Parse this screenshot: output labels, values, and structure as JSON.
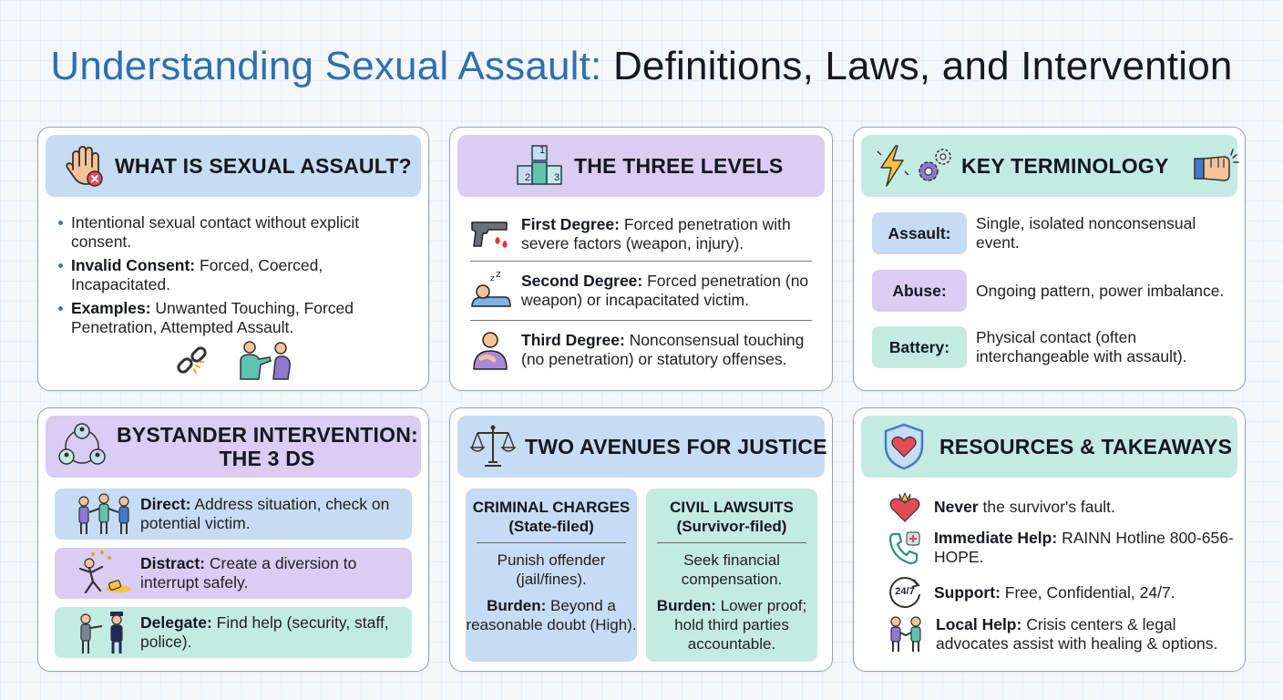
{
  "title": {
    "part1": "Understanding Sexual Assault:",
    "part2": "Definitions, Laws, and Intervention"
  },
  "what": {
    "title": "WHAT IS SEXUAL ASSAULT?",
    "b1": "Intentional sexual contact without explicit consent.",
    "b2_label": "Invalid Consent:",
    "b2_text": "Forced, Coerced, Incapacitated.",
    "b3_label": "Examples:",
    "b3_text": "Unwanted Touching, Forced Penetration, Attempted Assault."
  },
  "levels": {
    "title": "THE THREE LEVELS",
    "first_label": "First Degree:",
    "first_text": "Forced penetration with severe factors (weapon, injury).",
    "second_label": "Second Degree:",
    "second_text": "Forced penetration (no weapon) or incapacitated victim.",
    "third_label": "Third Degree:",
    "third_text": "Nonconsensual touching (no penetration) or statutory offenses.",
    "podium": [
      "1",
      "2",
      "3"
    ]
  },
  "terms": {
    "title": "KEY TERMINOLOGY",
    "assault_label": "Assault:",
    "assault_def": "Single, isolated nonconsensual event.",
    "abuse_label": "Abuse:",
    "abuse_def": "Ongoing pattern, power imbalance.",
    "battery_label": "Battery:",
    "battery_def": "Physical contact (often interchangeable with assault)."
  },
  "bystander": {
    "title_line1": "BYSTANDER INTERVENTION:",
    "title_line2": "THE 3 DS",
    "direct_label": "Direct:",
    "direct_text": "Address situation, check on potential victim.",
    "distract_label": "Distract:",
    "distract_text": "Create a diversion to interrupt safely.",
    "delegate_label": "Delegate:",
    "delegate_text": "Find help (security, staff, police)."
  },
  "justice": {
    "title": "TWO AVENUES FOR JUSTICE",
    "criminal_title": "CRIMINAL CHARGES",
    "criminal_sub": "(State-filed)",
    "criminal_p1": "Punish offender (jail/fines).",
    "criminal_burden_label": "Burden:",
    "criminal_burden_text": "Beyond a reasonable doubt (High).",
    "civil_title": "CIVIL LAWSUITS",
    "civil_sub": "(Survivor-filed)",
    "civil_p1": "Seek financial compensation.",
    "civil_burden_label": "Burden:",
    "civil_burden_text": "Lower proof; hold third parties accountable."
  },
  "resources": {
    "title": "RESOURCES & TAKEAWAYS",
    "r1_label": "Never",
    "r1_text": "the survivor's fault.",
    "r2_label": "Immediate Help:",
    "r2_text": "RAINN Hotline 800-656-HOPE.",
    "r3_label": "Support:",
    "r3_text": "Free, Confidential, 24/7.",
    "r3_icon_text": "24/7",
    "r4_label": "Local Help:",
    "r4_text": "Crisis centers & legal advocates assist with healing & options."
  },
  "colors": {
    "title_blue": "#2e6fb0",
    "header_blue": "#c6dcf3",
    "header_purple": "#d9cdf1",
    "header_teal": "#c4ebe2"
  },
  "icons": [
    "hand-stop-icon",
    "podium-icon",
    "lightning-icon",
    "gears-icon",
    "fist-icon",
    "network-icon",
    "scales-icon",
    "shield-heart-icon",
    "gun-icon",
    "sleeping-person-icon",
    "hurt-person-icon",
    "broken-chain-icon",
    "people-pushing-icon",
    "heart-icon",
    "phone-icon",
    "clock-icon",
    "handshake-icon"
  ]
}
